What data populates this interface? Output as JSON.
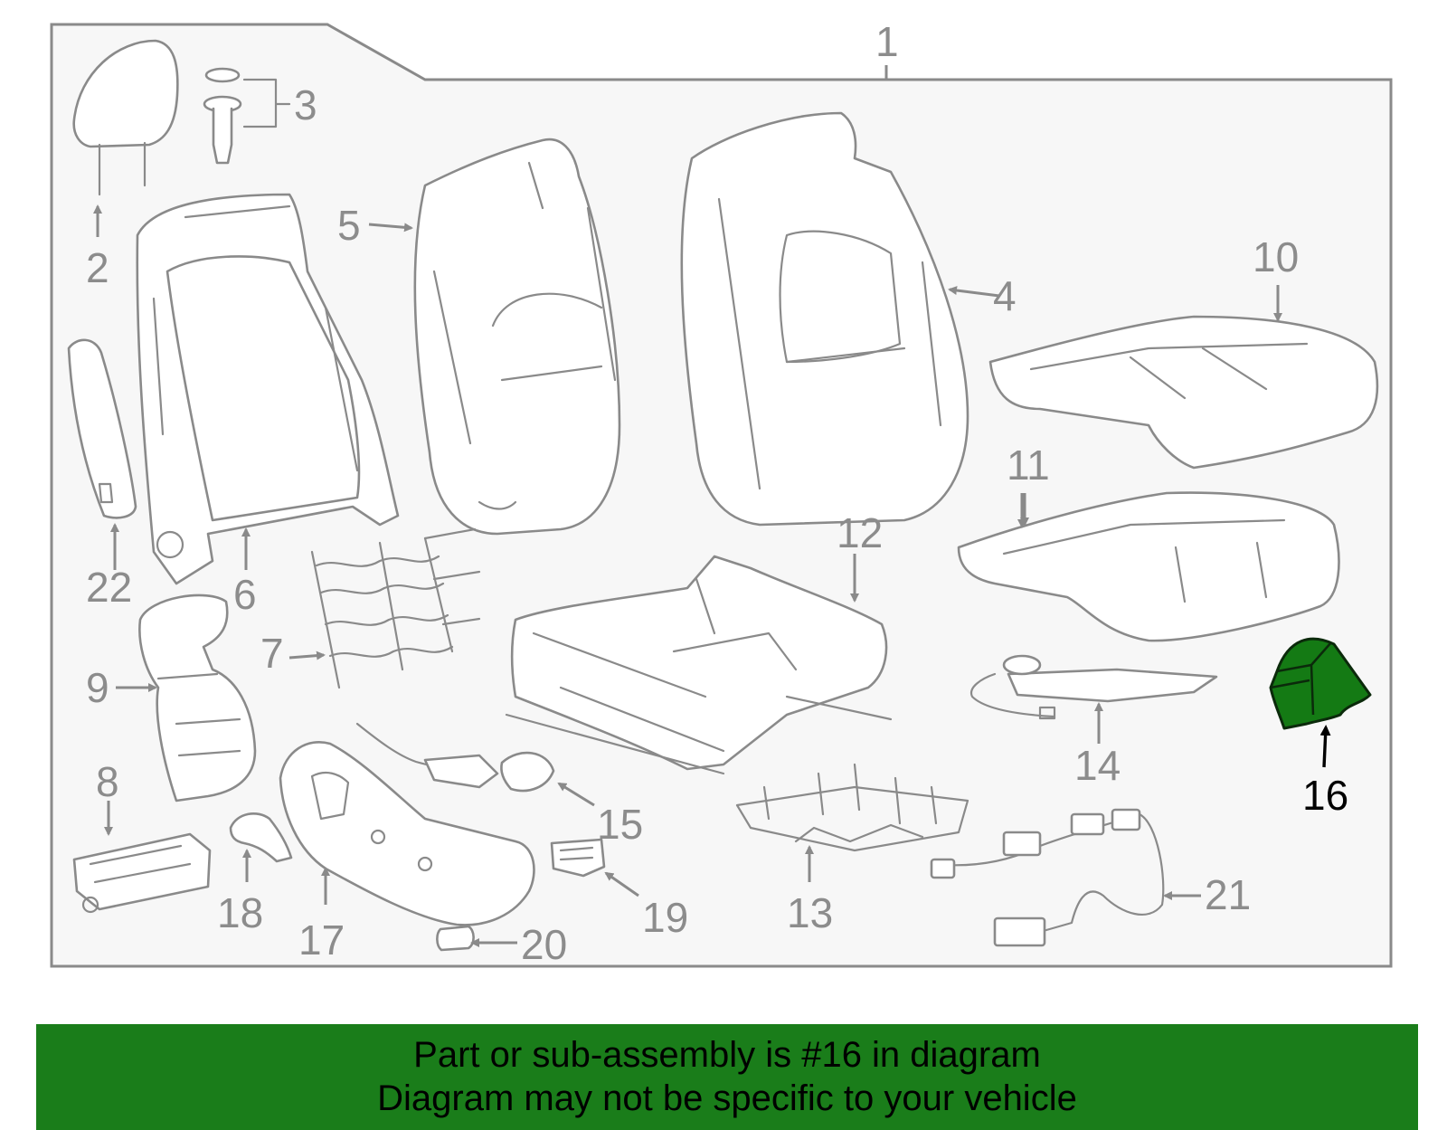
{
  "diagram": {
    "highlighted_part": "16",
    "callouts": [
      "1",
      "2",
      "3",
      "4",
      "5",
      "6",
      "7",
      "8",
      "9",
      "10",
      "11",
      "12",
      "13",
      "14",
      "15",
      "16",
      "17",
      "18",
      "19",
      "20",
      "21",
      "22"
    ]
  },
  "colors": {
    "highlight": "#147a14",
    "banner": "#1a7d1a",
    "line_art": "#8a8a8a"
  },
  "banner": {
    "line1": "Part or sub-assembly is #16 in diagram",
    "line2": "Diagram may not be specific to your vehicle"
  }
}
